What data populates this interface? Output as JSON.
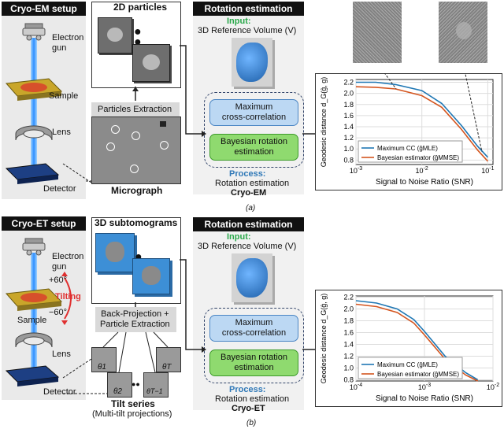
{
  "top": {
    "setup_title": "Cryo-EM setup",
    "electron_gun": "Electron\ngun",
    "sample": "Sample",
    "lens": "Lens",
    "detector": "Detector",
    "particles_title": "2D particles",
    "extraction_label": "Particles Extraction",
    "micrograph_label": "Micrograph",
    "rotation_title": "Rotation estimation",
    "input_label": "Input:",
    "input_text": "3D Reference Volume (V)",
    "box1": "Maximum\ncross-correlation",
    "box2": "Bayesian rotation\nestimation",
    "process_label": "Process:",
    "process_text": "Rotation estimation",
    "process_name": "Cryo-EM",
    "caption": "(a)"
  },
  "bottom": {
    "setup_title": "Cryo-ET setup",
    "electron_gun": "Electron\ngun",
    "plus60": "+60°",
    "minus60": "−60°",
    "tilting": "Tilting",
    "sample": "Sample",
    "lens": "Lens",
    "detector": "Detector",
    "subtomo_title": "3D subtomograms",
    "backproj_label": "Back-Projection +\nParticle Extraction",
    "theta1": "θ1",
    "thetaT": "θT",
    "theta2": "θ2",
    "thetaT1": "θT−1",
    "tilt_series": "Tilt series",
    "tilt_sub": "(Multi-tilt projections)",
    "rotation_title": "Rotation estimation",
    "input_label": "Input:",
    "input_text": "3D Reference Volume (V)",
    "box1": "Maximum\ncross-correlation",
    "box2": "Bayesian rotation\nestimation",
    "process_label": "Process:",
    "process_text": "Rotation estimation",
    "process_name": "Cryo-ET",
    "caption": "(b)"
  },
  "colors": {
    "input_green": "#2aa84a",
    "process_blue": "#2f78b7",
    "mle_blue": "#1f77b4",
    "mmse_orange": "#d4551f",
    "tilting_red": "#e03030"
  },
  "chart_data": [
    {
      "type": "line",
      "xscale": "log",
      "xlabel": "Signal to Noise Ratio (SNR)",
      "ylabel": "Geodesic distance d_G(ĝ, g)",
      "xticks": [
        "10^-3",
        "10^-2",
        "10^-1"
      ],
      "yticks": [
        "0.8",
        "1.0",
        "1.2",
        "1.4",
        "1.6",
        "1.8",
        "2.0",
        "2.2"
      ],
      "xlim": [
        0.001,
        0.12
      ],
      "ylim": [
        0.72,
        2.25
      ],
      "grid": true,
      "legend": "bottom-left",
      "series": [
        {
          "name": "Maximum CC  (ĝMLE)",
          "x": [
            0.001,
            0.002,
            0.004,
            0.01,
            0.02,
            0.04,
            0.07,
            0.1
          ],
          "y": [
            2.2,
            2.2,
            2.16,
            2.05,
            1.82,
            1.42,
            1.05,
            0.85
          ]
        },
        {
          "name": "Bayesian estimator (ĝMMSE)",
          "x": [
            0.001,
            0.002,
            0.004,
            0.01,
            0.02,
            0.04,
            0.07,
            0.1
          ],
          "y": [
            2.12,
            2.11,
            2.08,
            1.96,
            1.75,
            1.35,
            0.98,
            0.78
          ]
        }
      ]
    },
    {
      "type": "line",
      "xscale": "log",
      "xlabel": "Signal to Noise Ratio (SNR)",
      "ylabel": "Geodesic distance d_G(ĝ, g)",
      "xticks": [
        "10^-4",
        "10^-3",
        "10^-2"
      ],
      "yticks": [
        "0.8",
        "1.0",
        "1.2",
        "1.4",
        "1.6",
        "1.8",
        "2.0",
        "2.2"
      ],
      "xlim": [
        0.0001,
        0.01
      ],
      "ylim": [
        0.78,
        2.22
      ],
      "grid": true,
      "legend": "bottom-left",
      "series": [
        {
          "name": "Maximum CC  (ĝMLE)",
          "x": [
            0.0001,
            0.0002,
            0.0004,
            0.0007,
            0.001,
            0.002,
            0.004,
            0.006
          ],
          "y": [
            2.14,
            2.1,
            2.0,
            1.82,
            1.62,
            1.2,
            0.92,
            0.8
          ]
        },
        {
          "name": "Bayesian estimator (ĝMMSE)",
          "x": [
            0.0001,
            0.0002,
            0.0004,
            0.0007,
            0.001,
            0.002,
            0.004,
            0.006
          ],
          "y": [
            2.08,
            2.04,
            1.94,
            1.76,
            1.56,
            1.15,
            0.88,
            0.78
          ]
        }
      ]
    }
  ]
}
